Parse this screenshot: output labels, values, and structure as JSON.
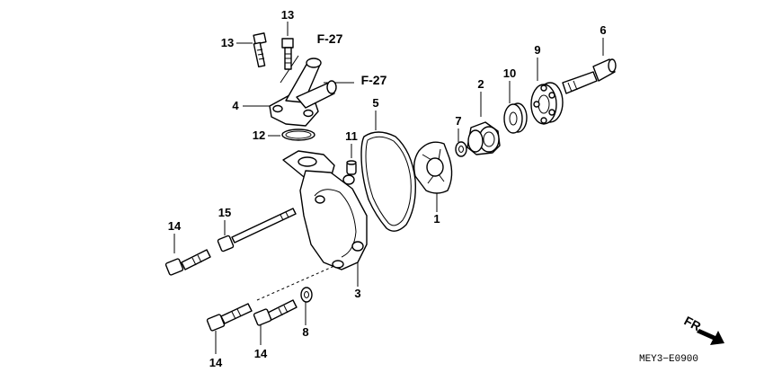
{
  "callouts": [
    {
      "id": "c13a",
      "text": "13"
    },
    {
      "id": "c13b",
      "text": "13"
    },
    {
      "id": "c4",
      "text": "4"
    },
    {
      "id": "c12",
      "text": "12"
    },
    {
      "id": "c5",
      "text": "5"
    },
    {
      "id": "c11",
      "text": "11"
    },
    {
      "id": "c7",
      "text": "7"
    },
    {
      "id": "c2",
      "text": "2"
    },
    {
      "id": "c10",
      "text": "10"
    },
    {
      "id": "c9",
      "text": "9"
    },
    {
      "id": "c6",
      "text": "6"
    },
    {
      "id": "c1",
      "text": "1"
    },
    {
      "id": "c3",
      "text": "3"
    },
    {
      "id": "c14a",
      "text": "14"
    },
    {
      "id": "c15",
      "text": "15"
    },
    {
      "id": "c14b",
      "text": "14"
    },
    {
      "id": "c14c",
      "text": "14"
    },
    {
      "id": "c8",
      "text": "8"
    }
  ],
  "references": {
    "upper": "F-27",
    "right": "F-27"
  },
  "direction_label": "FR.",
  "diagram_code": "MEY3−E0900"
}
